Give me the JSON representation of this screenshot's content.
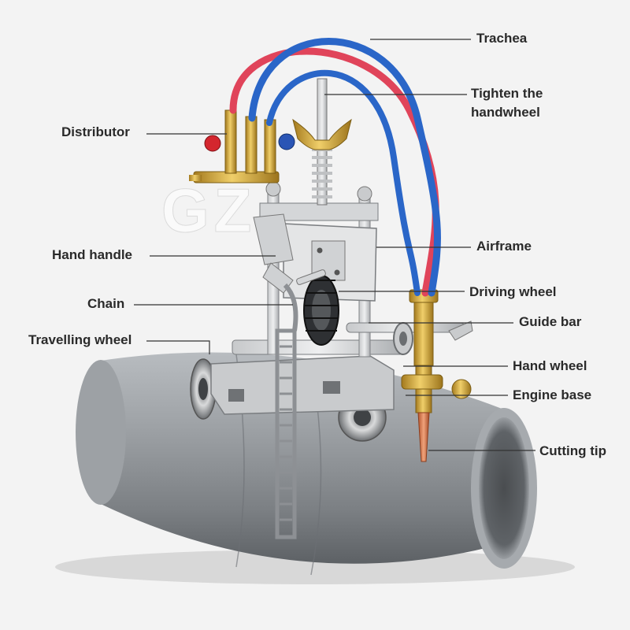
{
  "watermark": "GZ",
  "labels": {
    "trachea": "Trachea",
    "tighten_line1": "Tighten the",
    "tighten_line2": "handwheel",
    "distributor": "Distributor",
    "hand_handle": "Hand handle",
    "airframe": "Airframe",
    "chain": "Chain",
    "driving_wheel": "Driving wheel",
    "guide_bar": "Guide bar",
    "travelling_wheel": "Travelling wheel",
    "hand_wheel": "Hand wheel",
    "engine_base": "Engine base",
    "cutting_tip": "Cutting tip"
  },
  "colors": {
    "background": "#f3f3f3",
    "label_text": "#2a2a2a",
    "leader_line": "#333333",
    "hose_red": "#e0445a",
    "hose_blue": "#2a66c8",
    "brass": "#c9a23a",
    "pipe": "#8c9094"
  }
}
